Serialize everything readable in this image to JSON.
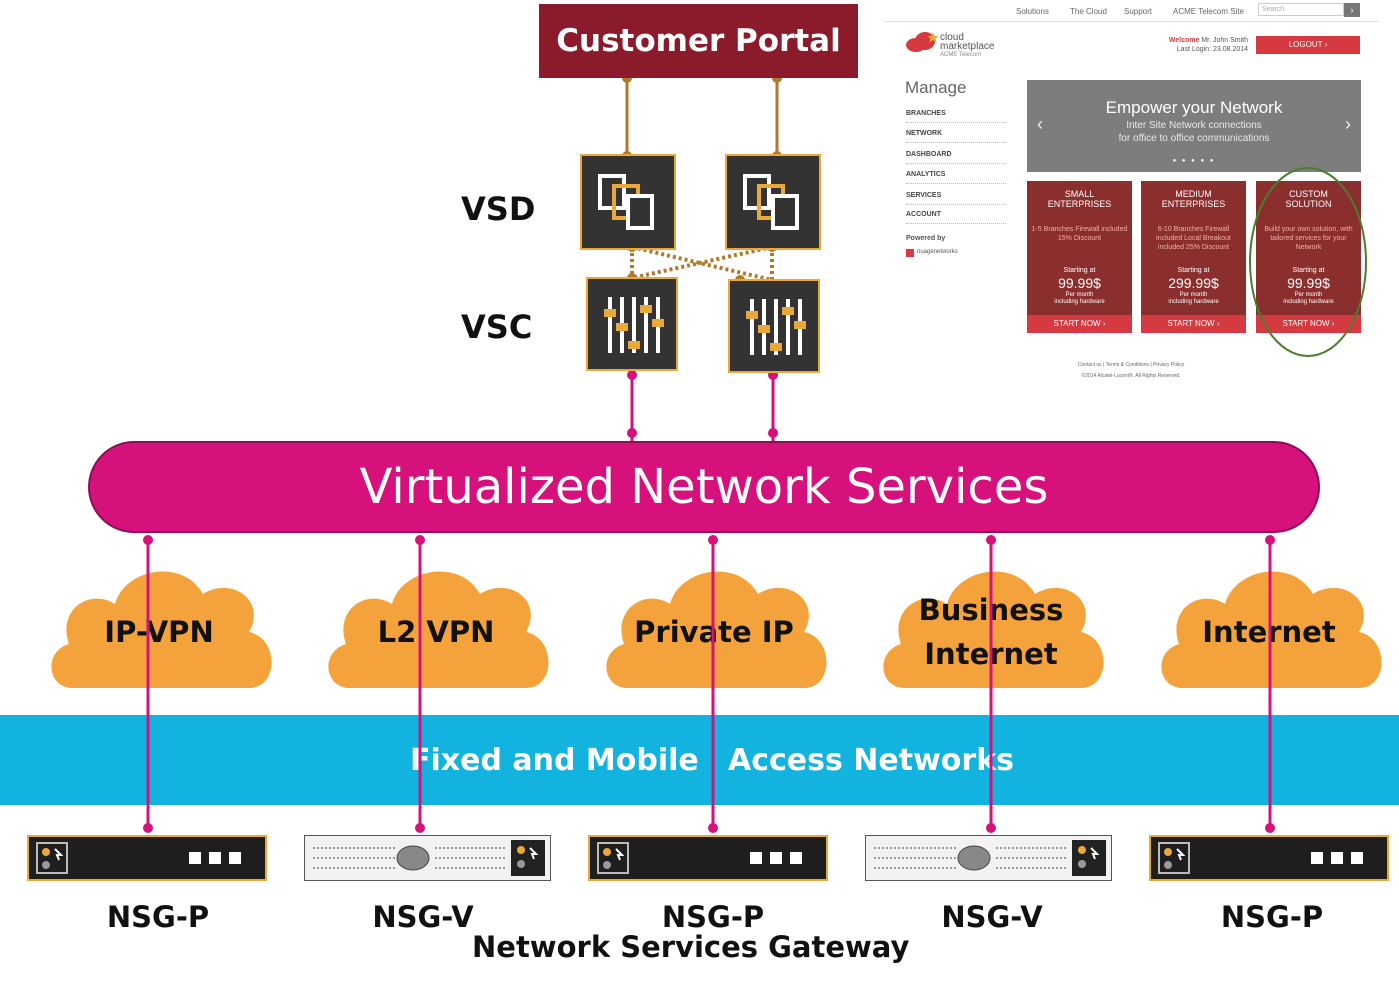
{
  "customer_portal": "Customer Portal",
  "vsd_label": "VSD",
  "vsc_label": "VSC",
  "vns_label": "Virtualized Network Services",
  "clouds": [
    {
      "line1": "IP-VPN",
      "line2": ""
    },
    {
      "line1": "L2 VPN",
      "line2": ""
    },
    {
      "line1": "Private IP",
      "line2": ""
    },
    {
      "line1": "Business",
      "line2": "Internet"
    },
    {
      "line1": "Internet",
      "line2": ""
    }
  ],
  "access_left": "Fixed and Mobile",
  "access_right": "Access Networks",
  "nsg_labels": [
    "NSG-P",
    "NSG-V",
    "NSG-P",
    "NSG-V",
    "NSG-P"
  ],
  "gateway_caption": "Network Services Gateway",
  "colors": {
    "portal": "#8b1a2a",
    "connector_gold": "#b07a2a",
    "vns_pink": "#d6117b",
    "cloud_orange": "#f4a23b",
    "access_blue": "#12b3de",
    "device_dark": "#1e1e1e",
    "device_border": "#e8a83a"
  },
  "mini_portal": {
    "nav": [
      "Solutions",
      "The Cloud",
      "Support",
      "ACME Telecom Site"
    ],
    "search_placeholder": "Search",
    "logo_line1": "cloud",
    "logo_line2": "marketplace",
    "logo_sub": "ACME Telecom",
    "welcome_prefix": "Welcome",
    "welcome_name": "Mr. John Smith",
    "last_login": "Last Login: 23.08.2014",
    "logout": "LOGOUT",
    "manage": "Manage",
    "menu": [
      "BRANCHES",
      "NETWORK",
      "DASHBOARD",
      "ANALYTICS",
      "SERVICES",
      "ACCOUNT"
    ],
    "powered_by": "Powered by",
    "powered_brand": "nuagenetworks",
    "hero_title": "Empower your Network",
    "hero_line1": "Inter Site Network connections",
    "hero_line2": "for office to office communications",
    "cards": [
      {
        "title1": "SMALL",
        "title2": "ENTERPRISES",
        "desc": "1-5 Branches Firewall included 15% Discount",
        "starting": "Starting at",
        "price": "99.99$",
        "note1": "Per month",
        "note2": "including hardware",
        "button": "START NOW"
      },
      {
        "title1": "MEDIUM",
        "title2": "ENTERPRISES",
        "desc": "6-10 Branches Firewall included Local Breakout included 25% Discount",
        "starting": "Starting at",
        "price": "299.99$",
        "note1": "Per month",
        "note2": "including hardware",
        "button": "START NOW"
      },
      {
        "title1": "CUSTOM",
        "title2": "SOLUTION",
        "desc": "Build your own solution, with tailored services for your Network",
        "starting": "Starting at",
        "price": "99.99$",
        "note1": "Per month",
        "note2": "including hardware",
        "button": "START NOW"
      }
    ],
    "footer_links": "Contact us  |  Terms & Conditions  |  Privacy Policy",
    "copyright": "©2014 Alcatel-Lucent®. All Rights Reserved."
  }
}
